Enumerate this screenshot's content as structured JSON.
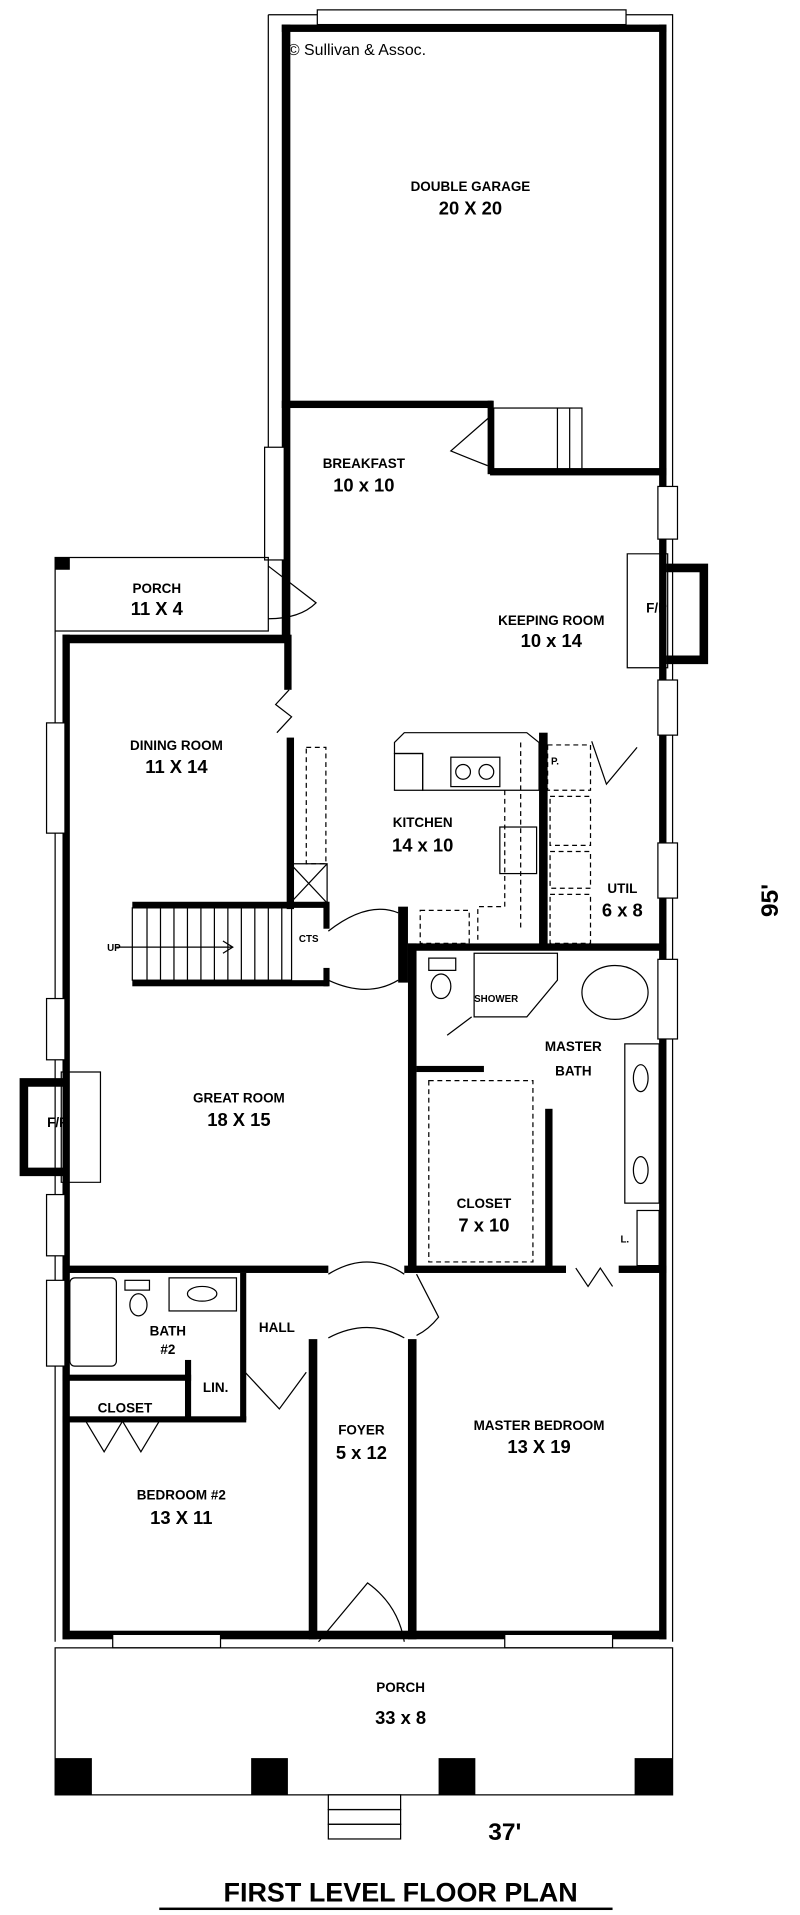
{
  "copyright": "© Sullivan & Assoc.",
  "title": "FIRST LEVEL FLOOR PLAN",
  "overall_width": "37'",
  "overall_depth": "95'",
  "rooms": {
    "garage": {
      "name": "DOUBLE GARAGE",
      "size": "20 X 20"
    },
    "breakfast": {
      "name": "BREAKFAST",
      "size": "10 x 10"
    },
    "side_porch": {
      "name": "PORCH",
      "size": "11 X 4"
    },
    "keeping": {
      "name": "KEEPING ROOM",
      "size": "10 x 14"
    },
    "dining": {
      "name": "DINING ROOM",
      "size": "11 X 14"
    },
    "kitchen": {
      "name": "KITCHEN",
      "size": "14 x 10"
    },
    "util": {
      "name": "UTIL",
      "size": "6 x 8"
    },
    "master_bath": {
      "name": "MASTER",
      "name2": "BATH"
    },
    "great": {
      "name": "GREAT ROOM",
      "size": "18 X 15"
    },
    "closet_master": {
      "name": "CLOSET",
      "size": "7 x 10"
    },
    "bath2": {
      "name": "BATH",
      "name2": "#2"
    },
    "hall": {
      "name": "HALL"
    },
    "linen": {
      "name": "LIN."
    },
    "closet_bed2": {
      "name": "CLOSET"
    },
    "foyer": {
      "name": "FOYER",
      "size": "5 x 12"
    },
    "master_bed": {
      "name": "MASTER BEDROOM",
      "size": "13 X 19"
    },
    "bed2": {
      "name": "BEDROOM #2",
      "size": "13 X 11"
    },
    "front_porch": {
      "name": "PORCH",
      "size": "33 x 8"
    }
  },
  "small_labels": {
    "fp_keeping": "F/P",
    "fp_great": "F/P",
    "stairs_up": "UP",
    "cts": "CTS",
    "shower": "SHOWER",
    "pantry": "P.",
    "linen_master": "L."
  }
}
